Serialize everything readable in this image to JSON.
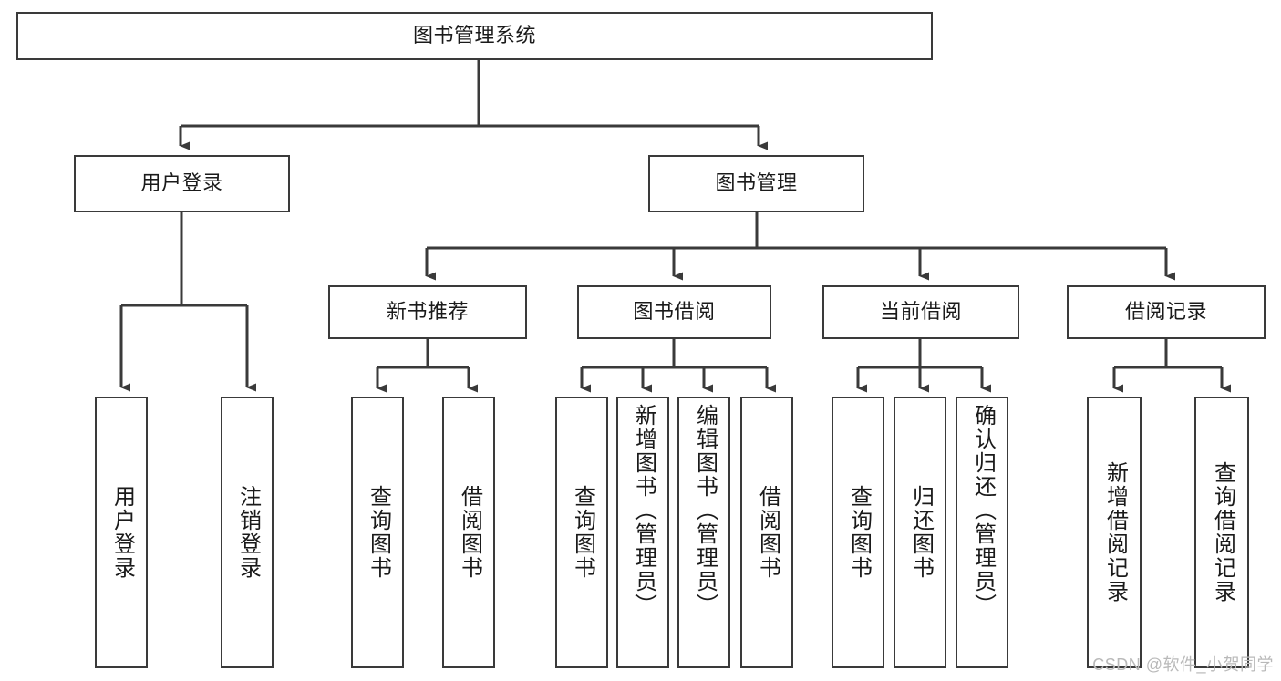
{
  "diagram": {
    "type": "hierarchy-tree",
    "title": "图书管理系统",
    "orientation": "top-down",
    "colors": {
      "box_border": "#3a3a3a",
      "box_fill": "#ffffff",
      "connector": "#3a3a3a",
      "text": "#1a1a1a",
      "watermark": "#b9b9b9",
      "background": "#ffffff"
    },
    "root": {
      "id": "root",
      "label": "图书管理系统",
      "orientation": "horizontal"
    },
    "level1": [
      {
        "id": "user-login",
        "label": "用户登录",
        "orientation": "horizontal"
      },
      {
        "id": "book-management",
        "label": "图书管理",
        "orientation": "horizontal"
      }
    ],
    "level2": [
      {
        "id": "new-book-recommend",
        "label": "新书推荐",
        "orientation": "horizontal",
        "parent": "book-management"
      },
      {
        "id": "book-borrow",
        "label": "图书借阅",
        "orientation": "horizontal",
        "parent": "book-management"
      },
      {
        "id": "current-borrow",
        "label": "当前借阅",
        "orientation": "horizontal",
        "parent": "book-management"
      },
      {
        "id": "borrow-record",
        "label": "借阅记录",
        "orientation": "horizontal",
        "parent": "book-management"
      }
    ],
    "leaves": [
      {
        "id": "leaf-user-login",
        "label": "用户登录",
        "parent": "user-login",
        "align": "center"
      },
      {
        "id": "leaf-user-logout",
        "label": "注销登录",
        "parent": "user-login",
        "align": "center"
      },
      {
        "id": "leaf-query-book-1",
        "label": "查询图书",
        "parent": "new-book-recommend",
        "align": "center"
      },
      {
        "id": "leaf-borrow-book-1",
        "label": "借阅图书",
        "parent": "new-book-recommend",
        "align": "center"
      },
      {
        "id": "leaf-query-book-2",
        "label": "查询图书",
        "parent": "book-borrow",
        "align": "center"
      },
      {
        "id": "leaf-add-book",
        "label": "新增图书（管理员）",
        "parent": "book-borrow",
        "align": "top"
      },
      {
        "id": "leaf-edit-book",
        "label": "编辑图书（管理员）",
        "parent": "book-borrow",
        "align": "top"
      },
      {
        "id": "leaf-borrow-book-2",
        "label": "借阅图书",
        "parent": "book-borrow",
        "align": "center"
      },
      {
        "id": "leaf-query-book-3",
        "label": "查询图书",
        "parent": "current-borrow",
        "align": "center"
      },
      {
        "id": "leaf-return-book",
        "label": "归还图书",
        "parent": "current-borrow",
        "align": "center"
      },
      {
        "id": "leaf-confirm-return",
        "label": "确认归还（管理员）",
        "parent": "current-borrow",
        "align": "top"
      },
      {
        "id": "leaf-add-record",
        "label": "新增借阅记录",
        "parent": "borrow-record",
        "align": "center"
      },
      {
        "id": "leaf-query-record",
        "label": "查询借阅记录",
        "parent": "borrow-record",
        "align": "center"
      }
    ]
  },
  "watermark": {
    "text": "CSDN @软件_小贺同学"
  }
}
